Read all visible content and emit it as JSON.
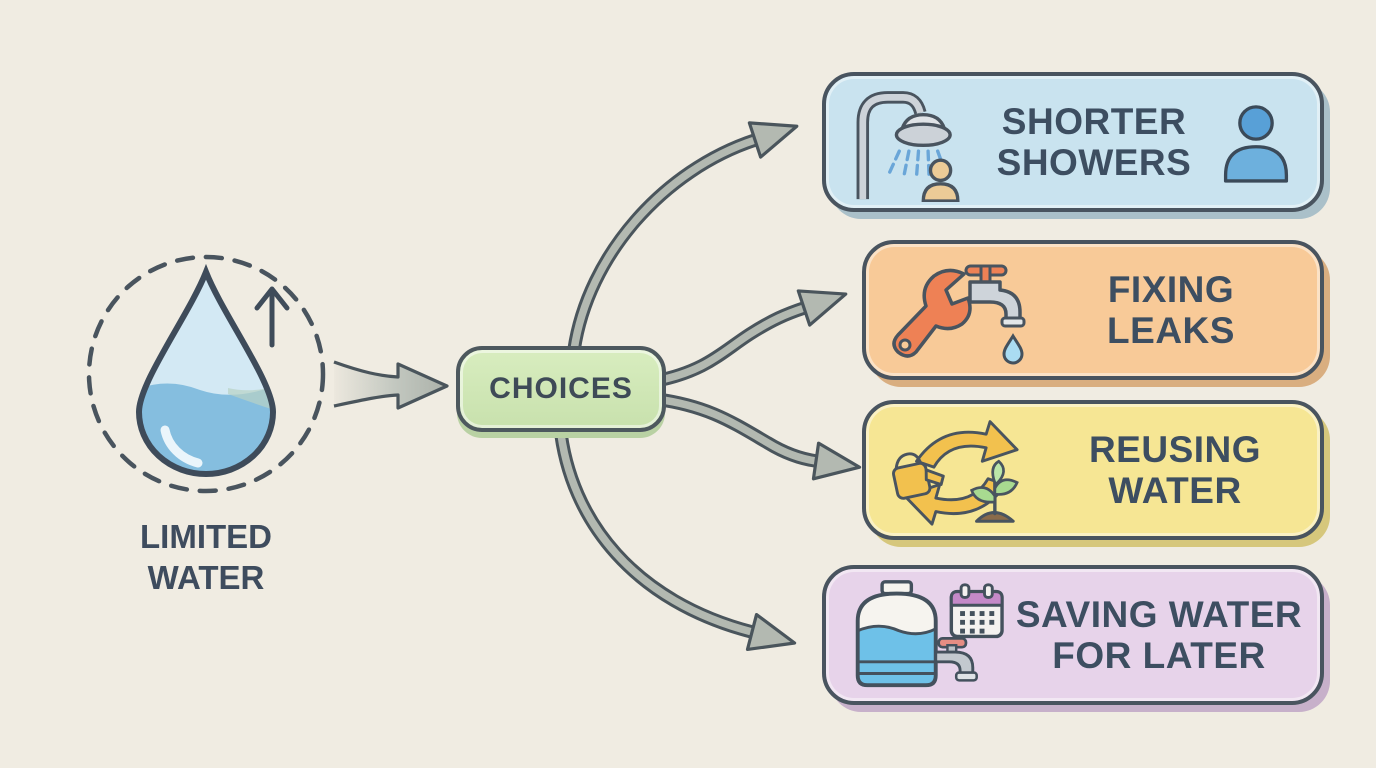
{
  "canvas": {
    "background_color": "#f0ece2",
    "outline_color": "#49545f",
    "text_color": "#3d4e61",
    "arrow_fill_color": "#b3b9b1"
  },
  "source": {
    "icon": "water-drop-icon",
    "modifier_icon": "up-arrow-icon",
    "frame": "dashed-circle",
    "label_line1": "LIMITED",
    "label_line2": "WATER"
  },
  "hub": {
    "label": "CHOICES",
    "color": "#cde7b5"
  },
  "branches": [
    {
      "id": "shorter-showers",
      "label_line1": "SHORTER",
      "label_line2": "SHOWERS",
      "color": "#c9e3ef",
      "icons": [
        "shower-icon",
        "person-icon"
      ]
    },
    {
      "id": "fixing-leaks",
      "label_line1": "FIXING",
      "label_line2": "LEAKS",
      "color": "#f8ca98",
      "icons": [
        "wrench-faucet-icon"
      ]
    },
    {
      "id": "reusing-water",
      "label_line1": "REUSING",
      "label_line2": "WATER",
      "color": "#f6e694",
      "icons": [
        "recycle-watering-icon"
      ]
    },
    {
      "id": "saving-water-for-later",
      "label_line1": "SAVING WATER",
      "label_line2": "FOR LATER",
      "color": "#e7d3ea",
      "icons": [
        "water-tank-calendar-icon"
      ]
    }
  ]
}
